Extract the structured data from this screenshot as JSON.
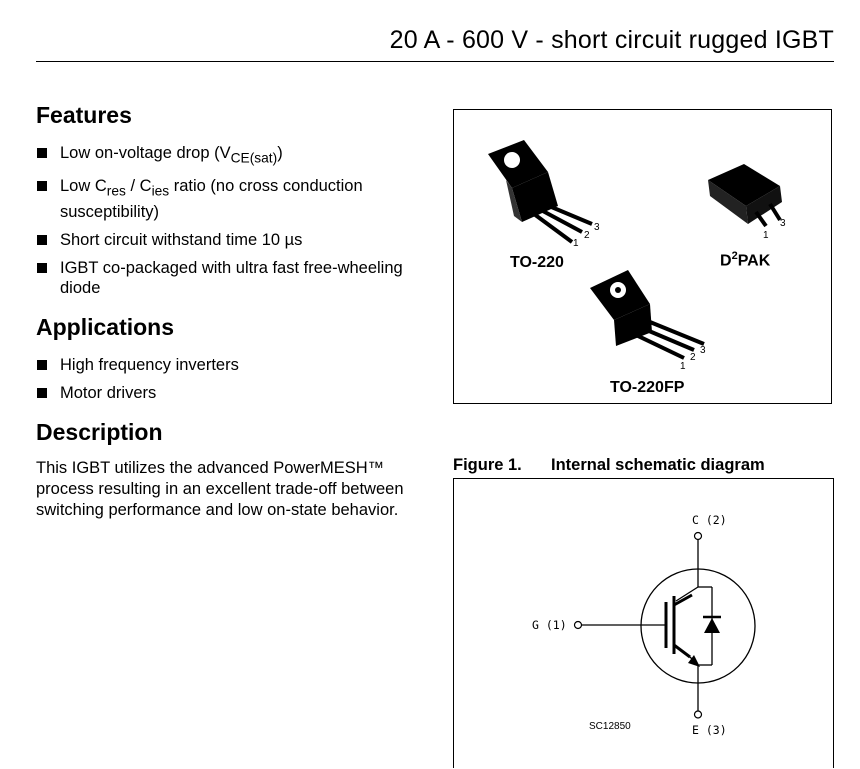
{
  "header": {
    "title": "20 A - 600 V - short circuit rugged IGBT"
  },
  "features": {
    "heading": "Features",
    "items": [
      {
        "pre": "Low on-voltage drop (V",
        "sub": "CE(sat)",
        "post": ")"
      },
      {
        "pre": "Low C",
        "sub1": "res",
        "mid": " / C",
        "sub2": "ies",
        "post": " ratio (no cross conduction susceptibility)"
      },
      {
        "text": "Short circuit withstand time 10 µs"
      },
      {
        "text": "IGBT co-packaged with ultra fast free-wheeling diode"
      }
    ]
  },
  "applications": {
    "heading": "Applications",
    "items": [
      "High frequency inverters",
      "Motor drivers"
    ]
  },
  "description": {
    "heading": "Description",
    "text": "This IGBT utilizes the advanced PowerMESH™ process resulting in an excellent trade-off between switching performance and low on-state behavior."
  },
  "packages": {
    "to220": {
      "label": "TO-220",
      "pins": [
        "1",
        "2",
        "3"
      ]
    },
    "d2pak": {
      "label_pre": "D",
      "label_sup": "2",
      "label_post": "PAK",
      "pins": [
        "1",
        "3"
      ]
    },
    "to220fp": {
      "label": "TO-220FP",
      "pins": [
        "1",
        "2",
        "3"
      ]
    }
  },
  "figure": {
    "label": "Figure 1.",
    "title": "Internal schematic diagram",
    "collector": "C (2)",
    "gate": "G (1)",
    "emitter": "E (3)",
    "code": "SC12850"
  }
}
